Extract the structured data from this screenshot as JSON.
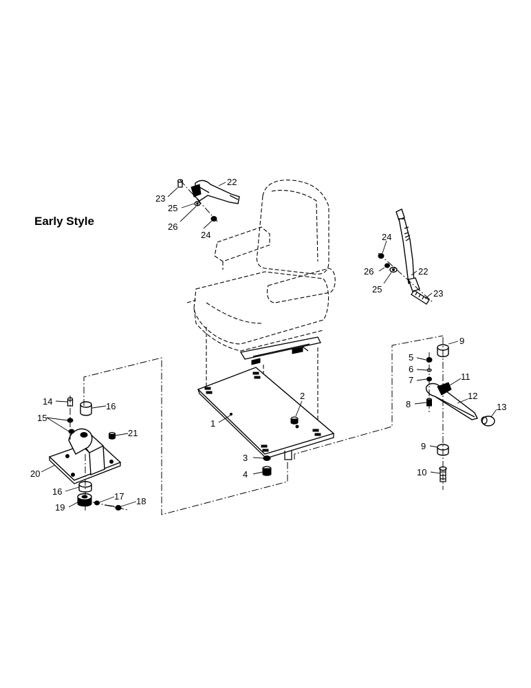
{
  "title": "Early Style",
  "callouts": [
    {
      "id": "c1",
      "label": "1"
    },
    {
      "id": "c2",
      "label": "2"
    },
    {
      "id": "c3",
      "label": "3"
    },
    {
      "id": "c4",
      "label": "4"
    },
    {
      "id": "c5",
      "label": "5"
    },
    {
      "id": "c6",
      "label": "6"
    },
    {
      "id": "c7",
      "label": "7"
    },
    {
      "id": "c8",
      "label": "8"
    },
    {
      "id": "c9a",
      "label": "9"
    },
    {
      "id": "c9b",
      "label": "9"
    },
    {
      "id": "c10",
      "label": "10"
    },
    {
      "id": "c11",
      "label": "11"
    },
    {
      "id": "c12",
      "label": "12"
    },
    {
      "id": "c13",
      "label": "13"
    },
    {
      "id": "c14",
      "label": "14"
    },
    {
      "id": "c15",
      "label": "15"
    },
    {
      "id": "c16a",
      "label": "16"
    },
    {
      "id": "c16b",
      "label": "16"
    },
    {
      "id": "c17",
      "label": "17"
    },
    {
      "id": "c18",
      "label": "18"
    },
    {
      "id": "c19",
      "label": "19"
    },
    {
      "id": "c20",
      "label": "20"
    },
    {
      "id": "c21",
      "label": "21"
    },
    {
      "id": "c22a",
      "label": "22"
    },
    {
      "id": "c23a",
      "label": "23"
    },
    {
      "id": "c24a",
      "label": "24"
    },
    {
      "id": "c25a",
      "label": "25"
    },
    {
      "id": "c26a",
      "label": "26"
    },
    {
      "id": "c22b",
      "label": "22"
    },
    {
      "id": "c23b",
      "label": "23"
    },
    {
      "id": "c24b",
      "label": "24"
    },
    {
      "id": "c25b",
      "label": "25"
    },
    {
      "id": "c26b",
      "label": "26"
    }
  ]
}
